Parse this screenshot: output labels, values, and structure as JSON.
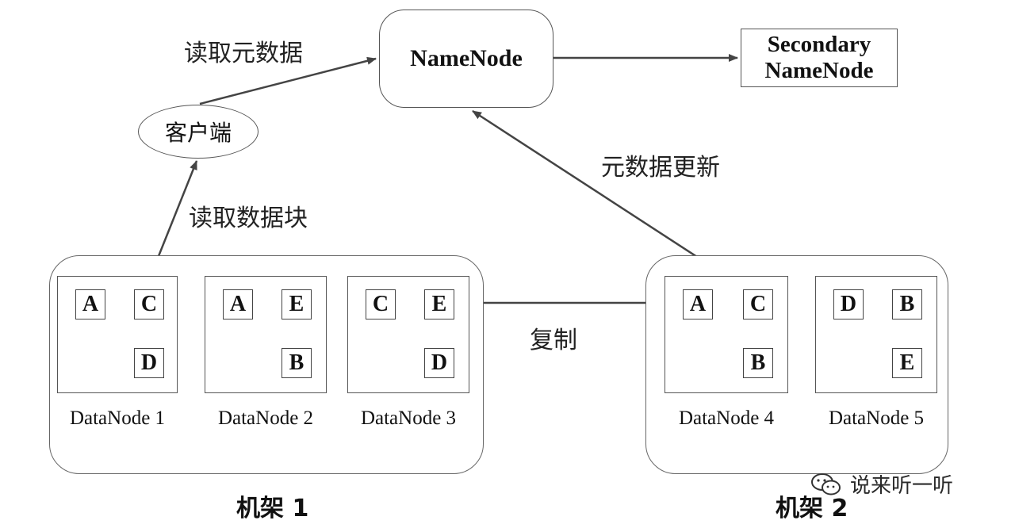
{
  "namenode": {
    "label": "NameNode"
  },
  "secondary": {
    "line1": "Secondary",
    "line2": "NameNode"
  },
  "client": {
    "label": "客户端"
  },
  "edges": {
    "read_metadata": "读取元数据",
    "metadata_update": "元数据更新",
    "read_block": "读取数据块",
    "replicate": "复制"
  },
  "racks": [
    {
      "label": "机架 1",
      "datanodes": [
        {
          "label": "DataNode 1",
          "blocks": [
            "A",
            "C",
            "D"
          ]
        },
        {
          "label": "DataNode 2",
          "blocks": [
            "A",
            "E",
            "B"
          ]
        },
        {
          "label": "DataNode 3",
          "blocks": [
            "C",
            "E",
            "D"
          ]
        }
      ]
    },
    {
      "label": "机架 2",
      "datanodes": [
        {
          "label": "DataNode 4",
          "blocks": [
            "A",
            "C",
            "B"
          ]
        },
        {
          "label": "DataNode 5",
          "blocks": [
            "D",
            "B",
            "E"
          ]
        }
      ]
    }
  ],
  "watermark": {
    "text": "说来听一听"
  },
  "colors": {
    "line": "#444444",
    "border": "#555555"
  }
}
